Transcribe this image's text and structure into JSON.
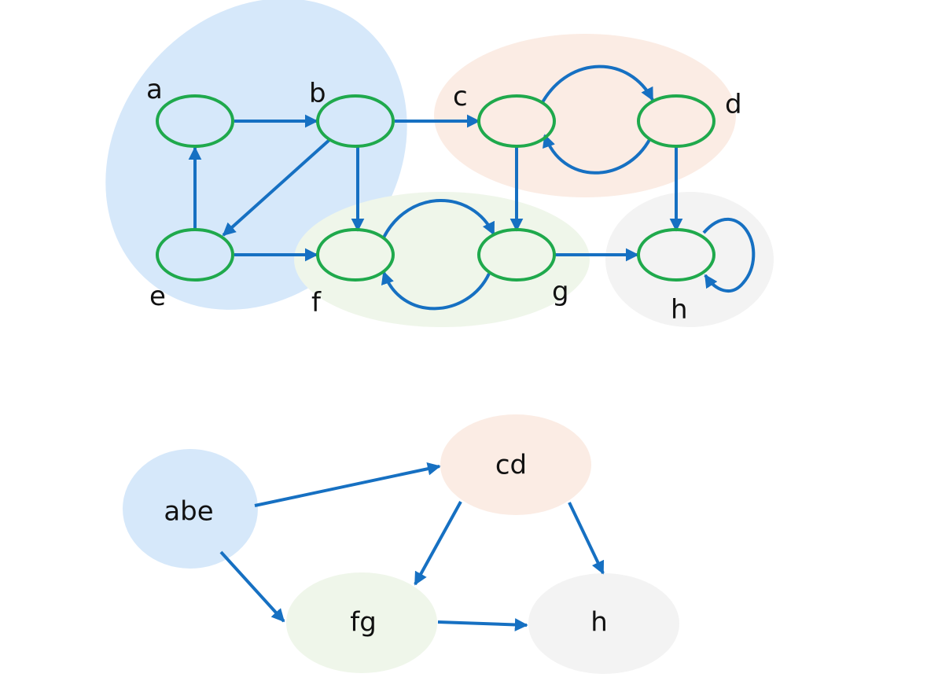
{
  "colors": {
    "edge": "#1670c2",
    "node_stroke": "#1fa94c",
    "group_abe": "#d6e8fa",
    "group_cd": "#fbece4",
    "group_fg": "#eff6ea",
    "group_h": "#f3f3f3"
  },
  "graph": {
    "nodes": [
      {
        "id": "a",
        "label": "a"
      },
      {
        "id": "b",
        "label": "b"
      },
      {
        "id": "c",
        "label": "c"
      },
      {
        "id": "d",
        "label": "d"
      },
      {
        "id": "e",
        "label": "e"
      },
      {
        "id": "f",
        "label": "f"
      },
      {
        "id": "g",
        "label": "g"
      },
      {
        "id": "h",
        "label": "h"
      }
    ],
    "edges": [
      [
        "a",
        "b"
      ],
      [
        "b",
        "c"
      ],
      [
        "b",
        "e"
      ],
      [
        "b",
        "f"
      ],
      [
        "e",
        "a"
      ],
      [
        "e",
        "f"
      ],
      [
        "c",
        "d"
      ],
      [
        "d",
        "c"
      ],
      [
        "c",
        "g"
      ],
      [
        "d",
        "h"
      ],
      [
        "f",
        "g"
      ],
      [
        "g",
        "f"
      ],
      [
        "g",
        "h"
      ],
      [
        "h",
        "h"
      ]
    ],
    "components": [
      {
        "id": "abe",
        "members": [
          "a",
          "b",
          "e"
        ]
      },
      {
        "id": "cd",
        "members": [
          "c",
          "d"
        ]
      },
      {
        "id": "fg",
        "members": [
          "f",
          "g"
        ]
      },
      {
        "id": "h",
        "members": [
          "h"
        ]
      }
    ]
  },
  "condensation": {
    "nodes": [
      {
        "id": "abe",
        "label": "abe"
      },
      {
        "id": "cd",
        "label": "cd"
      },
      {
        "id": "fg",
        "label": "fg"
      },
      {
        "id": "h",
        "label": "h"
      }
    ],
    "edges": [
      [
        "abe",
        "cd"
      ],
      [
        "abe",
        "fg"
      ],
      [
        "cd",
        "fg"
      ],
      [
        "cd",
        "h"
      ],
      [
        "fg",
        "h"
      ]
    ]
  }
}
